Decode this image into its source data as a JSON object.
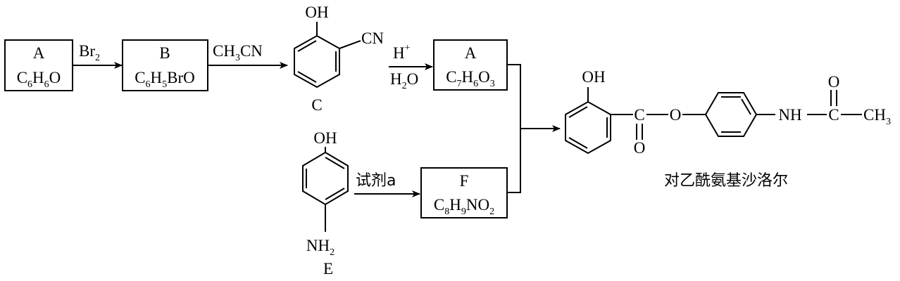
{
  "boxes": {
    "A1": {
      "name": "A",
      "formula_html": "C<tspan class=\"sub\" dy=\"6\">6</tspan><tspan dy=\"-6\">H</tspan><tspan class=\"sub\" dy=\"6\">6</tspan><tspan dy=\"-6\">O</tspan>"
    },
    "B": {
      "name": "B",
      "formula_html": "C<tspan class=\"sub\" dy=\"6\">6</tspan><tspan dy=\"-6\">H</tspan><tspan class=\"sub\" dy=\"6\">5</tspan><tspan dy=\"-6\">BrO</tspan>"
    },
    "A2": {
      "name": "A",
      "formula_html": "C<tspan class=\"sub\" dy=\"6\">7</tspan><tspan dy=\"-6\">H</tspan><tspan class=\"sub\" dy=\"6\">6</tspan><tspan dy=\"-6\">O</tspan><tspan class=\"sub\" dy=\"6\">3</tspan>"
    },
    "F": {
      "name": "F",
      "formula_html": "C<tspan class=\"sub\" dy=\"6\">8</tspan><tspan dy=\"-6\">H</tspan><tspan class=\"sub\" dy=\"6\">9</tspan><tspan dy=\"-6\">NO</tspan><tspan class=\"sub\" dy=\"6\">2</tspan>"
    }
  },
  "reagents": {
    "br2_html": "Br<tspan class=\"sub\" dy=\"6\">2</tspan>",
    "ch3cn_html": "CH<tspan class=\"sub\" dy=\"6\">3</tspan><tspan dy=\"-6\">CN</tspan>",
    "hplus_html": "H<tspan class=\"sub\" dy=\"-11\">+</tspan>",
    "h2o_html": "H<tspan class=\"sub\" dy=\"6\">2</tspan><tspan dy=\"-6\">O</tspan>",
    "reagent_a": "试剂a"
  },
  "molecules": {
    "C": {
      "label": "C",
      "oh": "OH",
      "cn": "CN"
    },
    "E": {
      "label": "E",
      "oh": "OH",
      "nh2_html": "NH<tspan class=\"sub\" dy=\"6\">2</tspan>"
    },
    "product": {
      "oh": "OH",
      "c1": "C",
      "o_carbonyl": "O",
      "o_ester": "O",
      "nh": "NH",
      "c2": "C",
      "o_amide": "O",
      "ch3_html": "CH<tspan class=\"sub\" dy=\"6\">3</tspan>",
      "name": "对乙酰氨基沙洛尔"
    }
  }
}
